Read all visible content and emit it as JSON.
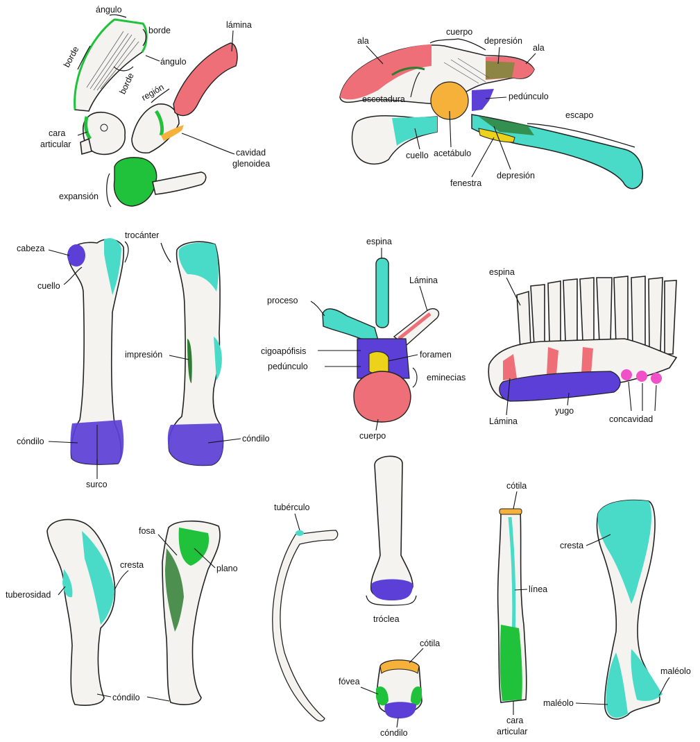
{
  "colors": {
    "red": "#ee6f78",
    "cyan": "#49dbc8",
    "green": "#1fc23a",
    "darkgreen": "#2e7d32",
    "purple": "#5b3fd6",
    "orange": "#f5b13a",
    "yellow": "#ecd21a",
    "pink": "#f050c8",
    "brown": "#9a7a3a"
  },
  "labels": {
    "scapula": {
      "angulo_top": "ángulo",
      "borde_left": "borde",
      "borde_right": "borde",
      "angulo_right": "ángulo",
      "borde_bottom": "borde",
      "region": "región",
      "lamina": "lámina",
      "cara_articular_1": "cara",
      "cara_articular_2": "articular",
      "cavidad_1": "cavidad",
      "cavidad_2": "glenoidea",
      "expansion": "expansión"
    },
    "pelvis": {
      "ala_left": "ala",
      "cuerpo": "cuerpo",
      "depresion_top": "depresión",
      "ala_right": "ala",
      "escotadura": "escotadura",
      "pedunculo": "pedúnculo",
      "escapo": "escapo",
      "cuello": "cuello",
      "acetabulo": "acetábulo",
      "fenestra": "fenestra",
      "depresion_bottom": "depresión"
    },
    "femur": {
      "cabeza": "cabeza",
      "trocanter": "trocánter",
      "cuello": "cuello",
      "impresion": "impresión",
      "condilo_left": "cóndilo",
      "condilo_right": "cóndilo",
      "surco": "surco"
    },
    "vertebra": {
      "espina": "espina",
      "lamina": "Lámina",
      "proceso": "proceso",
      "cigoapofisis": "cigoapófisis",
      "foramen": "foramen",
      "pedunculo": "pedúnculo",
      "eminecias": "eminecias",
      "cuerpo": "cuerpo"
    },
    "sacrum": {
      "espina": "espina",
      "lamina": "Lámina",
      "yugo": "yugo",
      "concavidad": "concavidad"
    },
    "humerus": {
      "fosa": "fosa",
      "plano": "plano",
      "cresta": "cresta",
      "tuberosidad": "tuberosidad",
      "condilo": "cóndilo"
    },
    "rib": {
      "tuberculo": "tubérculo"
    },
    "metatarsal": {
      "troclea": "tróclea"
    },
    "phalanx": {
      "cotila": "cótila",
      "fovea": "fóvea",
      "condilo": "cóndilo"
    },
    "fibula": {
      "cotila": "cótila",
      "linea": "línea",
      "cara_1": "cara",
      "cara_2": "articular"
    },
    "tibia": {
      "cresta": "cresta",
      "maleolo_right": "maléolo",
      "maleolo_left": "maléolo"
    }
  }
}
